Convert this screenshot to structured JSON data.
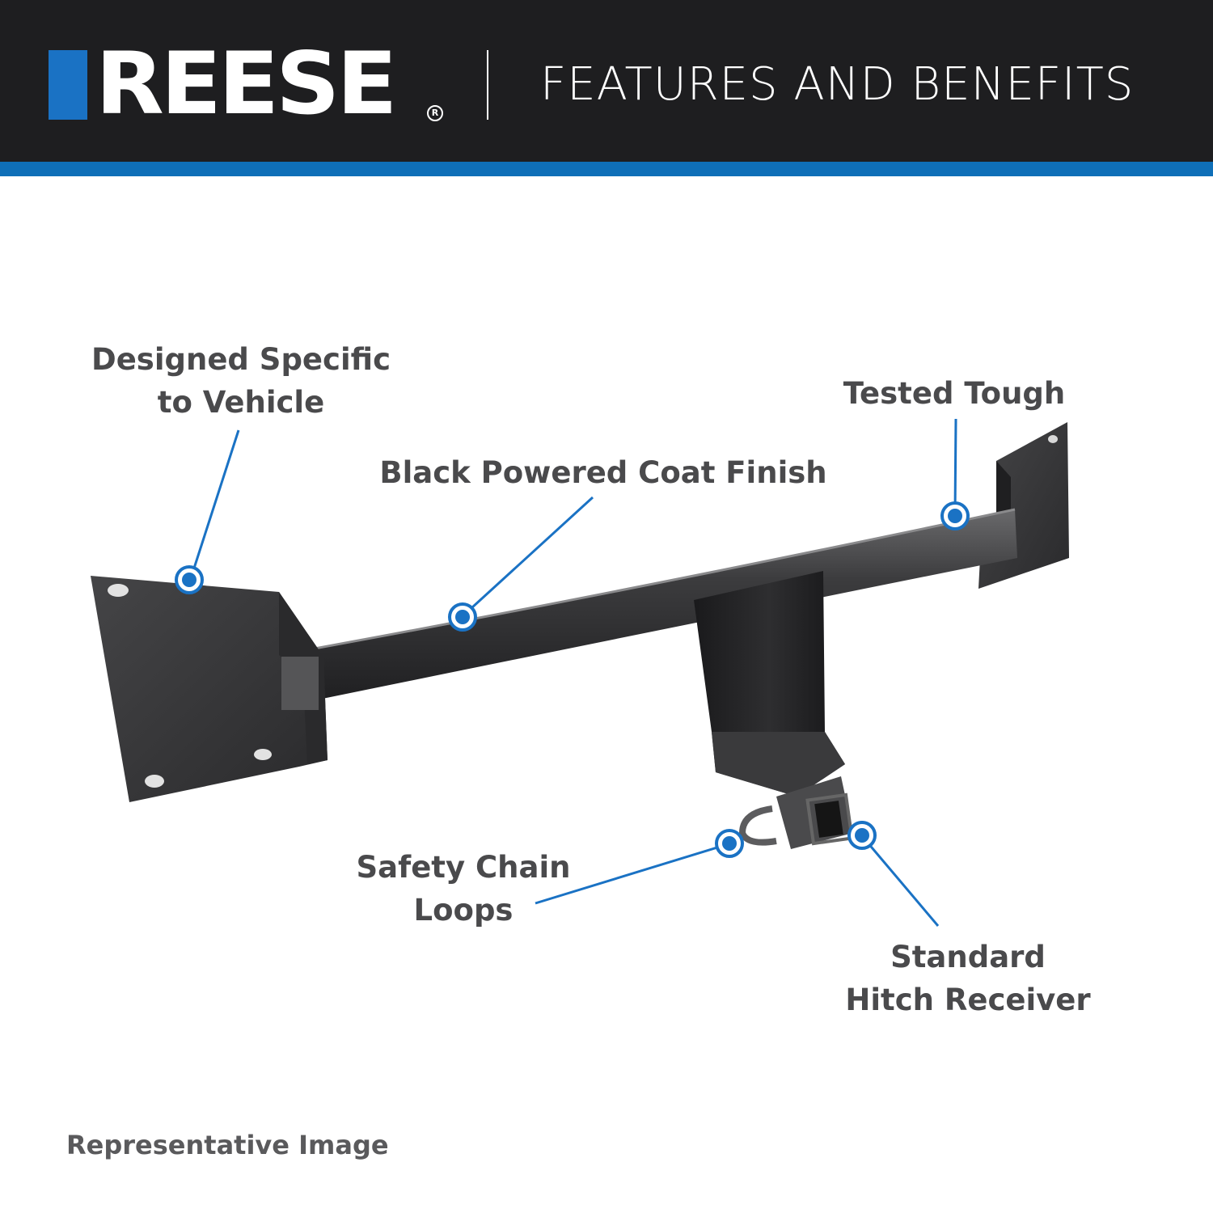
{
  "header": {
    "brand": "REESE",
    "registered_mark": "R",
    "title": "FEATURES AND BENEFITS"
  },
  "colors": {
    "header_bg": "#1e1e20",
    "accent_blue": "#0f6fb8",
    "text_gray": "#4a4a4c",
    "hitch_black": "#2c2c2e"
  },
  "callouts": {
    "designed": {
      "line1": "Designed Specific",
      "line2": "to Vehicle"
    },
    "tested": {
      "line1": "Tested Tough"
    },
    "finish": {
      "line1": "Black Powered Coat Finish"
    },
    "safety": {
      "line1": "Safety Chain",
      "line2": "Loops"
    },
    "receiver": {
      "line1": "Standard",
      "line2": "Hitch Receiver"
    }
  },
  "footer": {
    "note": "Representative Image"
  }
}
